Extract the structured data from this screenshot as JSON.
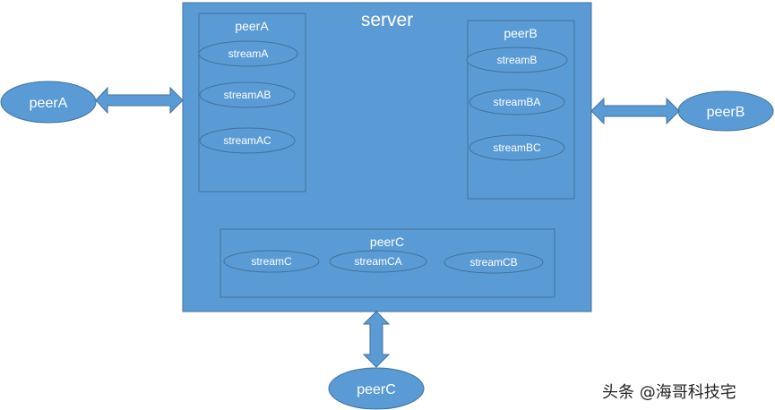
{
  "server": {
    "label": "server"
  },
  "groups": {
    "peerA": {
      "label": "peerA",
      "streams": [
        "streamA",
        "streamAB",
        "streamAC"
      ]
    },
    "peerB": {
      "label": "peerB",
      "streams": [
        "streamB",
        "streamBA",
        "streamBC"
      ]
    },
    "peerC": {
      "label": "peerC",
      "streams": [
        "streamC",
        "streamCA",
        "streamCB"
      ]
    }
  },
  "peers": {
    "peerA": "peerA",
    "peerB": "peerB",
    "peerC": "peerC"
  },
  "watermark": "头条 @海哥科技宅",
  "colors": {
    "fill": "#5b9bd5",
    "stroke": "#41719c",
    "text": "#ffffff"
  }
}
